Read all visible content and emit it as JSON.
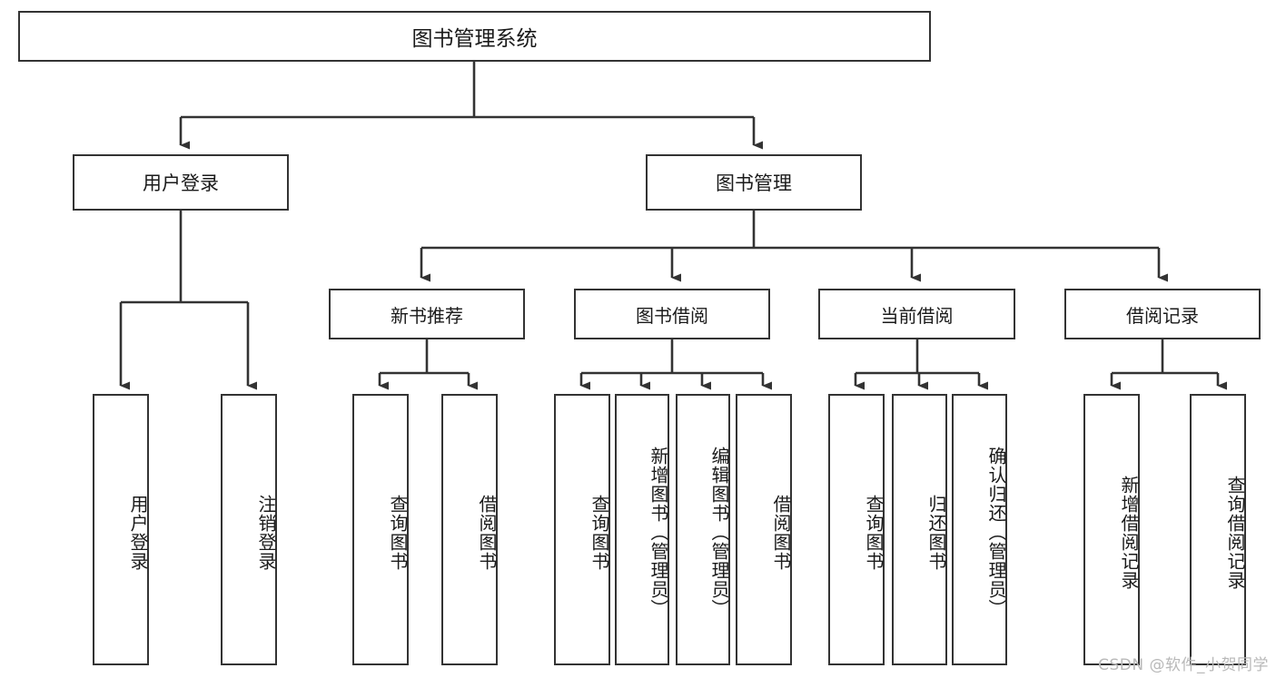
{
  "diagram": {
    "title": "图书管理系统",
    "type": "hierarchy-tree",
    "watermark": "CSDN @软件_小贺同学",
    "colors": {
      "background": "#ffffff",
      "box_border": "#333333",
      "box_fill": "#ffffff",
      "connector": "#333333",
      "text": "#1a1a1a",
      "watermark": "#b9b9b9"
    },
    "nodes": {
      "root": {
        "label": "图书管理系统"
      },
      "level1": [
        {
          "label": "用户登录"
        },
        {
          "label": "图书管理"
        }
      ],
      "level2": [
        {
          "label": "新书推荐"
        },
        {
          "label": "图书借阅"
        },
        {
          "label": "当前借阅"
        },
        {
          "label": "借阅记录"
        }
      ],
      "leaves": {
        "user_login": [
          {
            "label": "用户登录"
          },
          {
            "label": "注销登录"
          }
        ],
        "new_book_recommend": [
          {
            "label": "查询图书"
          },
          {
            "label": "借阅图书"
          }
        ],
        "book_borrow": [
          {
            "label": "查询图书"
          },
          {
            "label": "新增图书（管理员）"
          },
          {
            "label": "编辑图书（管理员）"
          },
          {
            "label": "借阅图书"
          }
        ],
        "current_borrow": [
          {
            "label": "查询图书"
          },
          {
            "label": "归还图书"
          },
          {
            "label": "确认归还（管理员）"
          }
        ],
        "borrow_record": [
          {
            "label": "新增借阅记录"
          },
          {
            "label": "查询借阅记录"
          }
        ]
      }
    }
  }
}
